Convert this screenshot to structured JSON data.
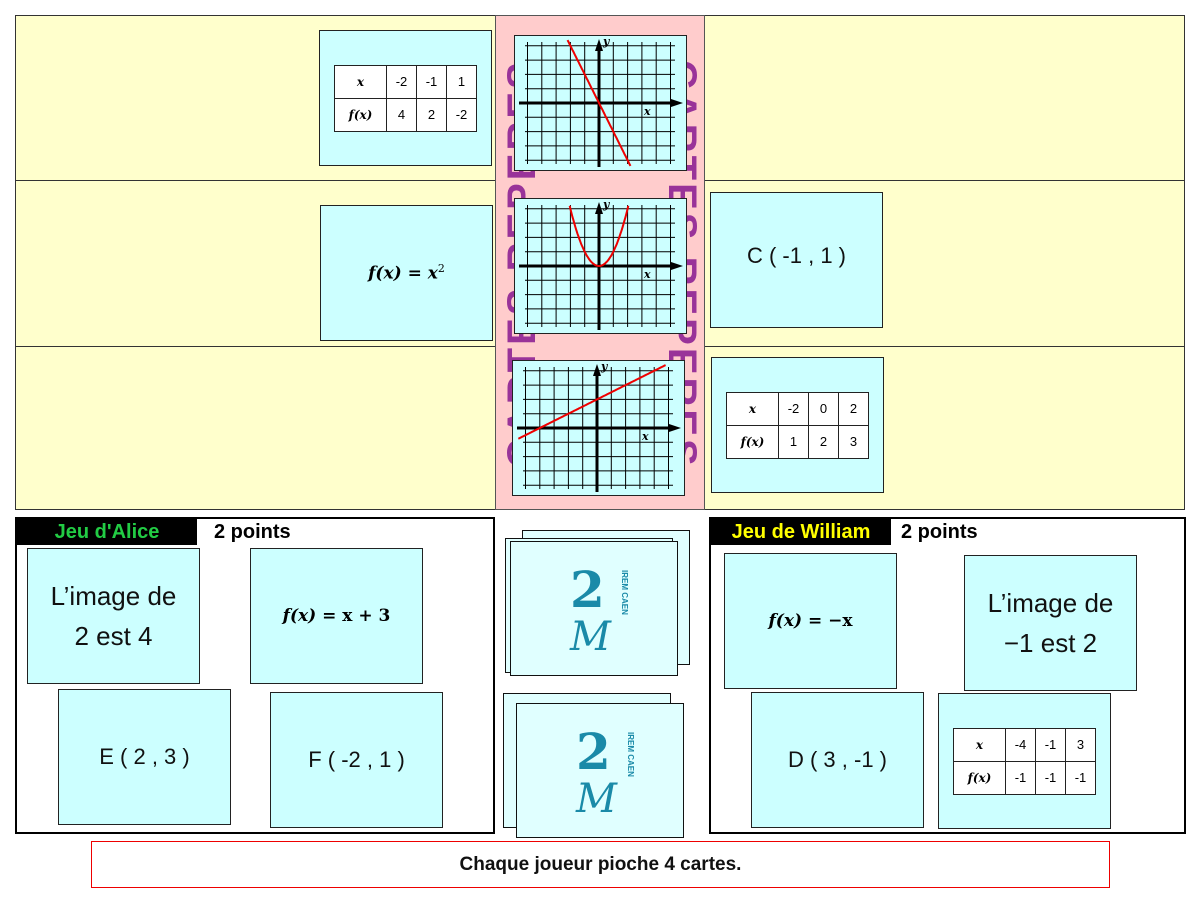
{
  "board": {
    "column_title": "CARTES REPERES",
    "left_cards": {
      "table1": {
        "x_label": "x",
        "fx_label": "f(x)",
        "x": [
          "-2",
          "-1",
          "1"
        ],
        "fx": [
          "4",
          "2",
          "-2"
        ]
      },
      "formula": {
        "lhs": "f(x)",
        "eq": " = ",
        "rhs": "x",
        "exp": "2"
      }
    },
    "graphs": [
      {
        "type": "line",
        "slope": -2,
        "intercept": 0,
        "x_axis": "x",
        "y_axis": "y"
      },
      {
        "type": "parabola",
        "a": 1,
        "x_axis": "x",
        "y_axis": "y"
      },
      {
        "type": "line",
        "slope": 0.5,
        "intercept": 2,
        "x_axis": "x",
        "y_axis": "y"
      }
    ],
    "right_cards": {
      "point": "C ( -1 , 1 )",
      "table2": {
        "x_label": "x",
        "fx_label": "f(x)",
        "x": [
          "-2",
          "0",
          "2"
        ],
        "fx": [
          "1",
          "2",
          "3"
        ]
      }
    }
  },
  "alice": {
    "title": "Jeu d'Alice",
    "title_color": "#22cc44",
    "points": "2 points",
    "cards": {
      "image_line1": "L’image de",
      "image_line2": "2 est 4",
      "formula_lhs": "f(x)",
      "formula_rhs": " = x + 3",
      "point_e": "E ( 2 , 3 )",
      "point_f": "F ( -2 , 1 )"
    }
  },
  "deck": {
    "logo_text": "IREM CAEN"
  },
  "william": {
    "title": "Jeu de William",
    "title_color": "#ffff00",
    "points": "2 points",
    "cards": {
      "formula_lhs": "f(x)",
      "formula_rhs": " = −x",
      "image_line1": "L’image de",
      "image_line2": "−1 est 2",
      "point_d": "D ( 3 , -1 )",
      "table": {
        "x_label": "x",
        "fx_label": "f(x)",
        "x": [
          "-4",
          "-1",
          "3"
        ],
        "fx": [
          "-1",
          "-1",
          "-1"
        ]
      }
    }
  },
  "message": "Chaque joueur pioche 4 cartes."
}
